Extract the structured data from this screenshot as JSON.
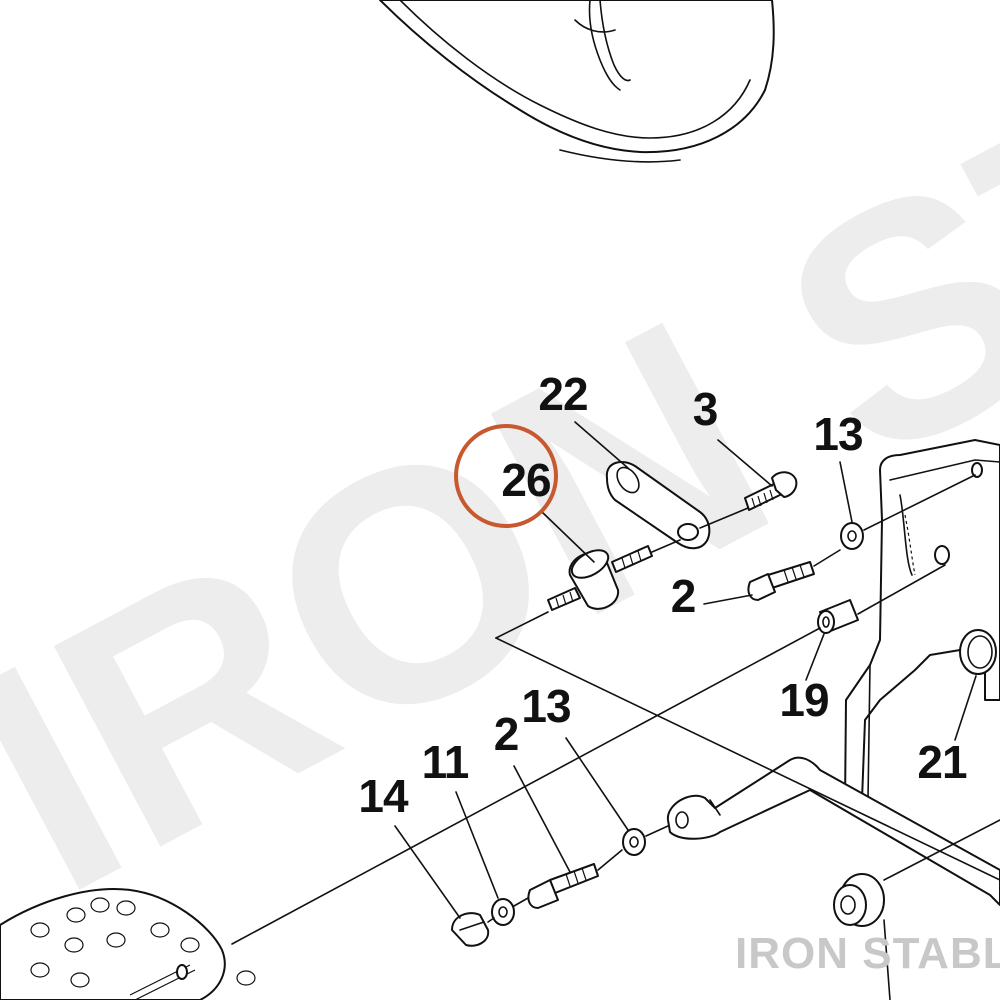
{
  "watermark": {
    "text": "IRON STABLE"
  },
  "brand": {
    "text": "IRON STABLE"
  },
  "highlight": {
    "color": "#c8582e",
    "part": "26"
  },
  "callouts": {
    "c22": "22",
    "c3": "3",
    "c13a": "13",
    "c26": "26",
    "c2a": "2",
    "c19": "19",
    "c21": "21",
    "c13b": "13",
    "c2b": "2",
    "c11": "11",
    "c14": "14"
  }
}
